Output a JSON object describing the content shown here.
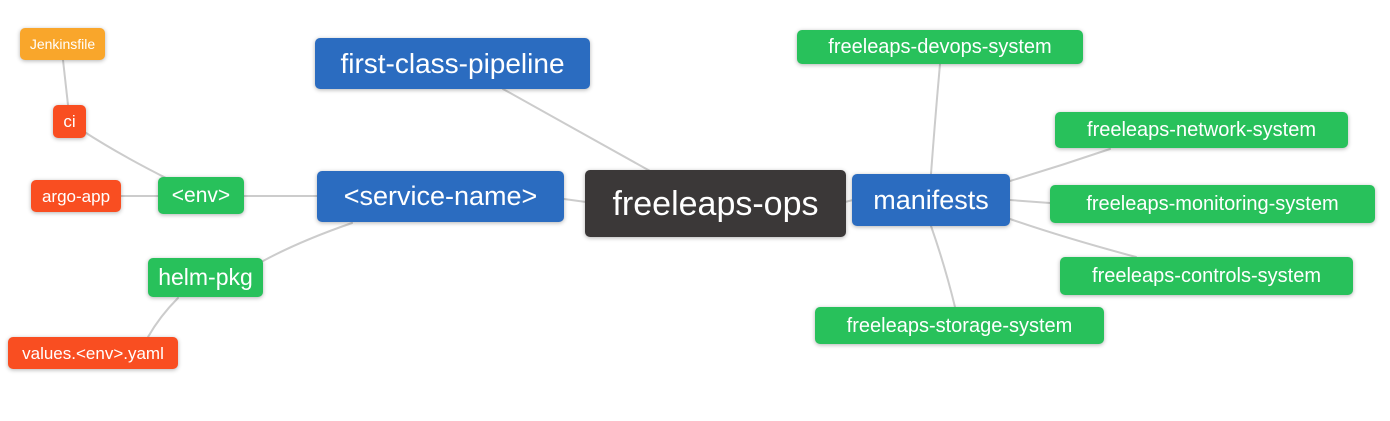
{
  "palette": {
    "canvas_bg": "#ffffff",
    "root_bg": "#3b3838",
    "branch_bg": "#2b6cc0",
    "leaf_green_bg": "#28c15b",
    "leaf_red_bg": "#f94e21",
    "leaf_orange_bg": "#f9a62b",
    "edge_color": "#cccccc",
    "text_color": "#ffffff"
  },
  "mindmap": {
    "nodes": {
      "jenkinsfile": "Jenkinsfile",
      "ci": "ci",
      "argo_app": "argo-app",
      "env": "<env>",
      "helm_pkg": "helm-pkg",
      "values_env_yaml": "values.<env>.yaml",
      "first_class_pipeline": "first-class-pipeline",
      "service_name": "<service-name>",
      "freeleaps_ops": "freeleaps-ops",
      "manifests": "manifests",
      "devops_system": "freeleaps-devops-system",
      "network_system": "freeleaps-network-system",
      "monitoring_system": "freeleaps-monitoring-system",
      "controls_system": "freeleaps-controls-system",
      "storage_system": "freeleaps-storage-system"
    }
  }
}
